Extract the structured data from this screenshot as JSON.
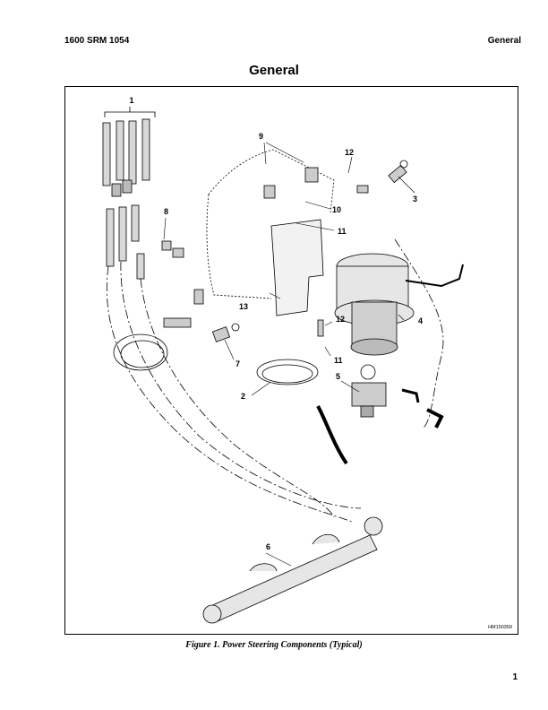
{
  "header": {
    "left": "1600 SRM 1054",
    "right": "General"
  },
  "page_title": "General",
  "figure": {
    "callouts": [
      "1",
      "2",
      "3",
      "4",
      "5",
      "6",
      "7",
      "8",
      "9",
      "10",
      "11",
      "12",
      "13",
      "11",
      "12"
    ],
    "figure_id": "HM150359",
    "caption": "Figure 1. Power Steering Components (Typical)"
  },
  "page_number": "1"
}
